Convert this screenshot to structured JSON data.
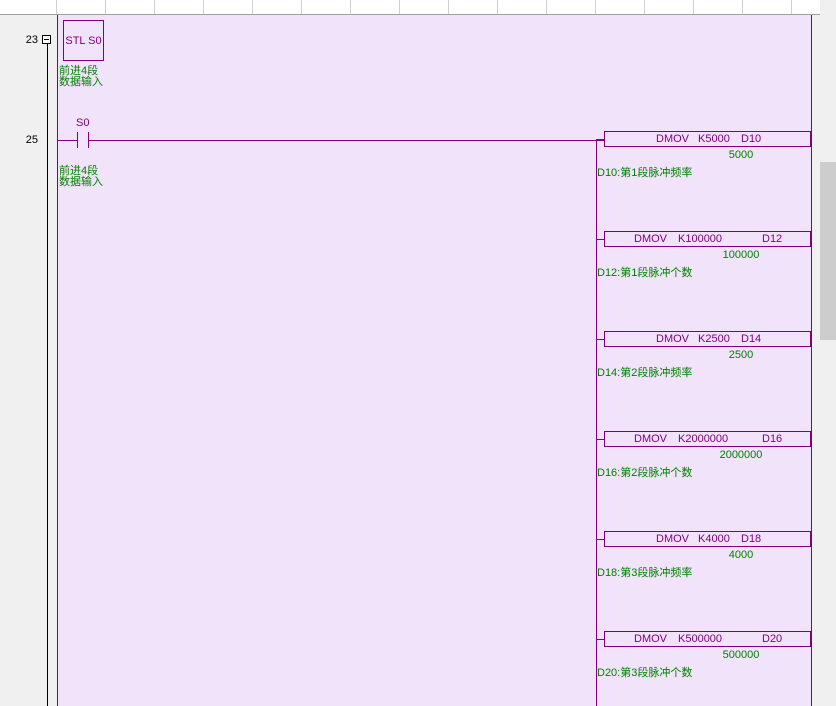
{
  "rungs": [
    {
      "number": "23",
      "stl": "STL S0",
      "comment": "前进4段数据输入"
    },
    {
      "number": "25",
      "contact": "S0",
      "comment": "前进4段数据输入"
    }
  ],
  "instructions": [
    {
      "op": "DMOV",
      "src": "K5000",
      "dst": "D10",
      "value": "5000",
      "comment": "D10:第1段脉冲频率"
    },
    {
      "op": "DMOV",
      "src": "K100000",
      "dst": "D12",
      "value": "100000",
      "comment": "D12:第1段脉冲个数"
    },
    {
      "op": "DMOV",
      "src": "K2500",
      "dst": "D14",
      "value": "2500",
      "comment": "D14:第2段脉冲频率"
    },
    {
      "op": "DMOV",
      "src": "K2000000",
      "dst": "D16",
      "value": "2000000",
      "comment": "D16:第2段脉冲个数"
    },
    {
      "op": "DMOV",
      "src": "K4000",
      "dst": "D18",
      "value": "4000",
      "comment": "D18:第3段脉冲频率"
    },
    {
      "op": "DMOV",
      "src": "K500000",
      "dst": "D20",
      "value": "500000",
      "comment": "D20:第3段脉冲个数"
    }
  ],
  "colors": {
    "ladder": "#800080",
    "comment": "#008000",
    "background": "#f1e3fa"
  }
}
